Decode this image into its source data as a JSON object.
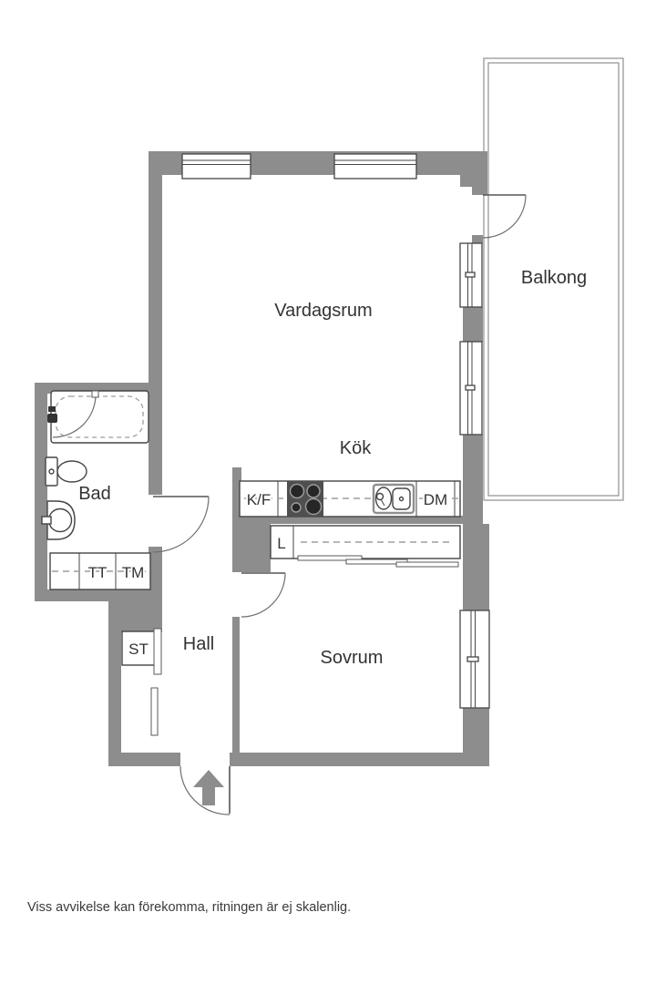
{
  "colors": {
    "wall": "#8d8d8d",
    "line": "#454545",
    "line-light": "#8f8f8f",
    "dash": "#9e9e9e",
    "text": "#333333",
    "fixture-dark": "#4f4f4f",
    "bg": "#ffffff"
  },
  "plan": {
    "rooms": {
      "vardagsrum": "Vardagsrum",
      "balkong": "Balkong",
      "kok": "Kök",
      "bad": "Bad",
      "hall": "Hall",
      "sovrum": "Sovrum"
    },
    "fixtures": {
      "fridge_freezer": "K/F",
      "dishwasher": "DM",
      "linen_closet": "L",
      "dryer": "TT",
      "washer": "TM",
      "cleaning_closet": "ST"
    }
  },
  "footer": {
    "disclaimer": "Viss avvikelse kan förekomma, ritningen är ej skalenlig."
  }
}
